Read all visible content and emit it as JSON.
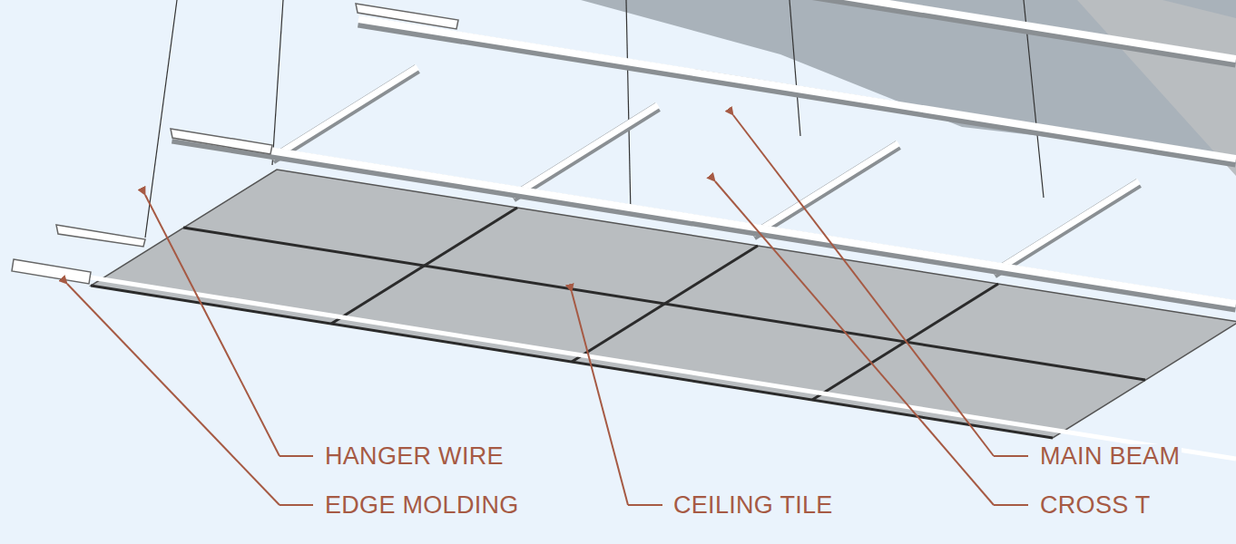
{
  "diagram": {
    "labels": [
      "HANGER WIRE",
      "EDGE MOLDING",
      "CEILING TILE",
      "MAIN BEAM",
      "CROSS T"
    ]
  }
}
